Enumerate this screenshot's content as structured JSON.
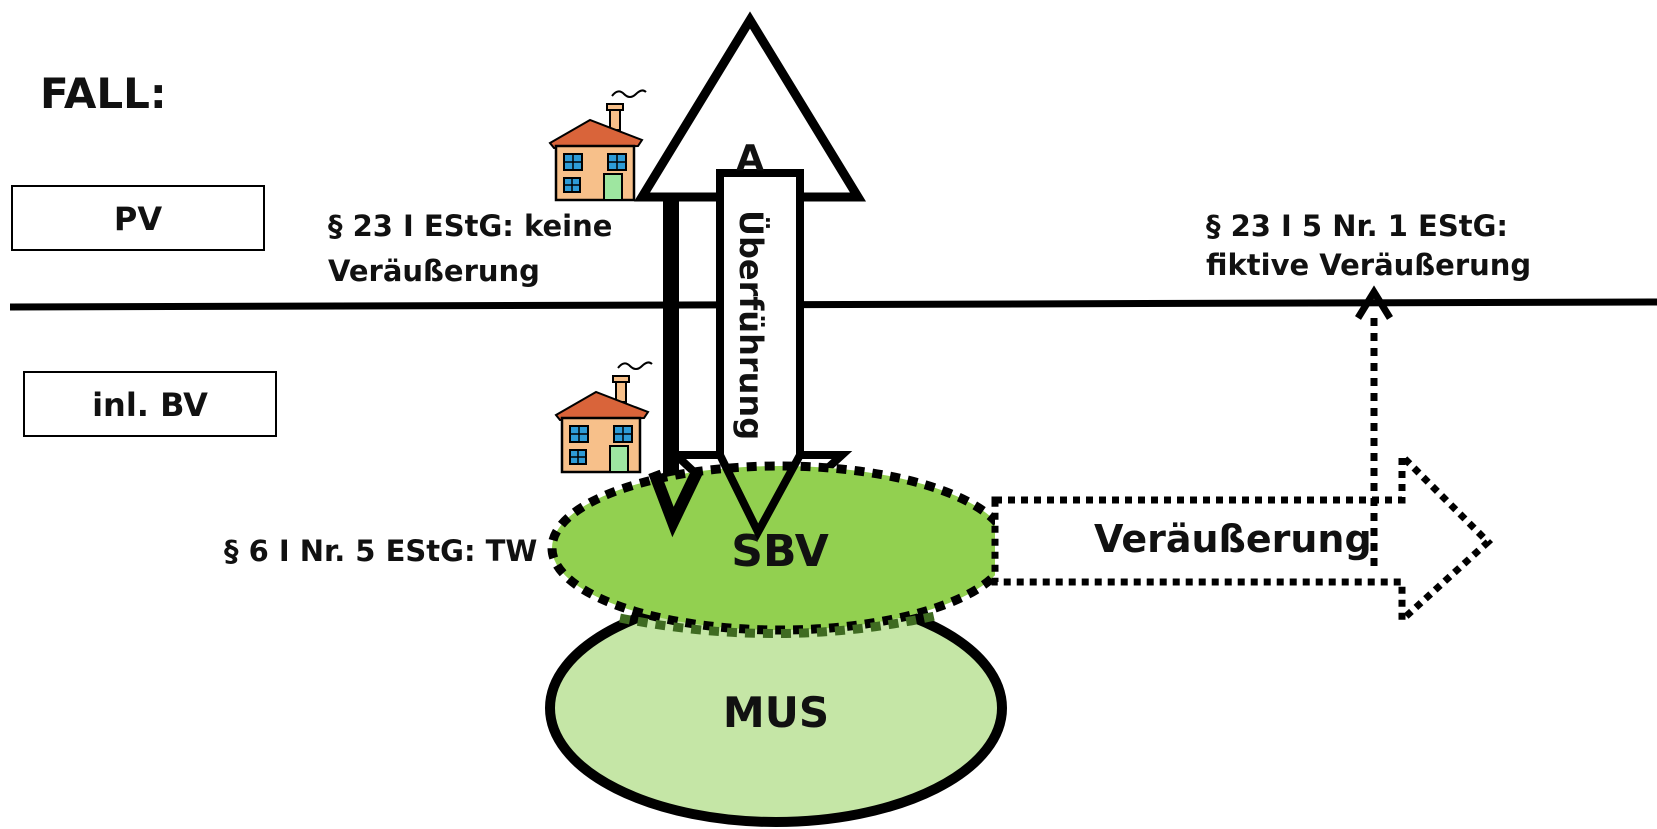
{
  "title": "FALL:",
  "labels": {
    "pv": "PV",
    "inl_bv": "inl. BV",
    "person": "A",
    "transfer": "Überführung",
    "no_sale_line1": "§ 23 I EStG: keine",
    "no_sale_line2": "Veräußerung",
    "fictitious_sale_line1": "§ 23 I 5 Nr. 1 EStG:",
    "fictitious_sale_line2": "fiktive Veräußerung",
    "valuation": "§ 6 I Nr. 5 EStG: TW",
    "sbv": "SBV",
    "mus": "MUS",
    "sale": "Veräußerung"
  },
  "icons": {
    "house_pv": "house-icon",
    "house_bv": "house-icon"
  },
  "colors": {
    "sbv_fill": "#92d050",
    "mus_fill": "#c5e6a6",
    "stroke": "#000000",
    "house_roof": "#d9643a",
    "house_wall": "#f7c08a",
    "house_window": "#2e9bd6",
    "house_door": "#9ee6a0"
  }
}
